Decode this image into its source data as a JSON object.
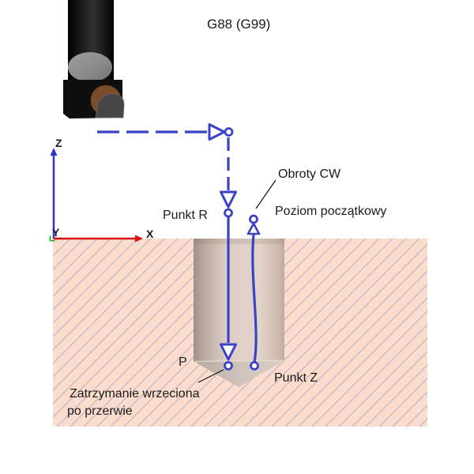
{
  "title": "G88 (G99)",
  "axes": {
    "x_label": "X",
    "y_label": "Y",
    "z_label": "Z"
  },
  "labels": {
    "punkt_r": "Punkt R",
    "obroty_cw": "Obroty CW",
    "poziom_poczatkowy": "Poziom początkowy",
    "p": "P",
    "punkt_z": "Punkt Z",
    "zatrzymanie_line1": "Zatrzymanie wrzeciona",
    "zatrzymanie_line2": "po przerwie"
  },
  "colors": {
    "path_blue": "#3b42c6",
    "axis_red": "#dd1111",
    "axis_green": "#0db40d",
    "axis_blue": "#2f36c8",
    "material_fill": "#fbdccd",
    "hatch_line": "#c3bdc3",
    "hole_dark": "#a3958d",
    "hole_light": "#e3d4cb",
    "text": "#1b1b1b",
    "background": "#ffffff"
  }
}
